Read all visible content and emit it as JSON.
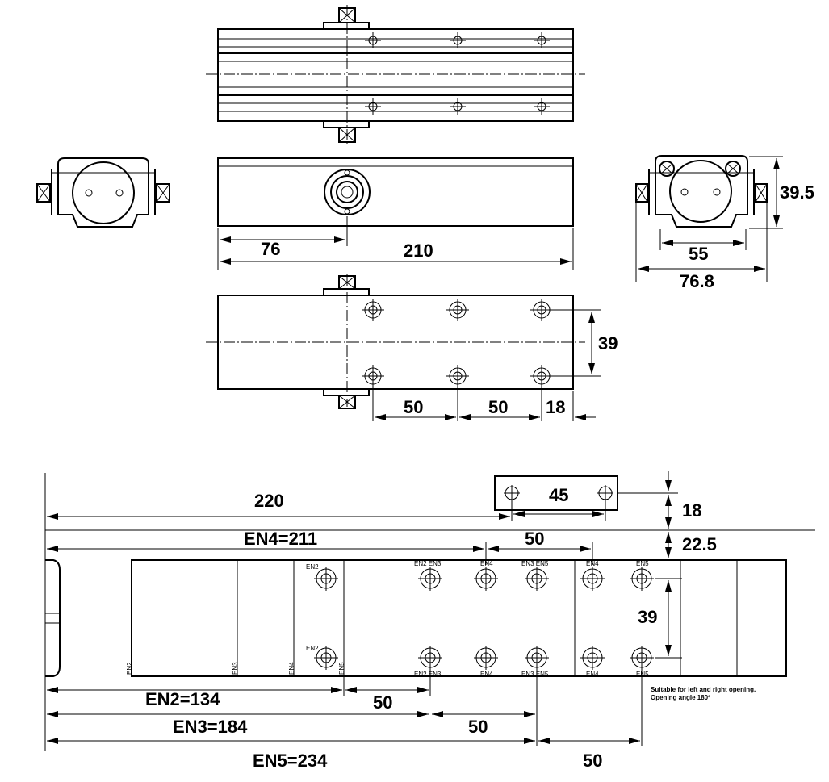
{
  "top_dimensions": {
    "d76": "76",
    "d210": "210",
    "d39_5": "39.5",
    "d55": "55",
    "d76_8": "76.8",
    "d39_top": "39",
    "d50_a": "50",
    "d50_b": "50",
    "d18_top": "18"
  },
  "bottom_dimensions": {
    "d220": "220",
    "d45": "45",
    "d18": "18",
    "en4": "EN4=211",
    "d50_en4": "50",
    "d22_5": "22.5",
    "d39": "39",
    "en2": "EN2=134",
    "d50_en2": "50",
    "en3": "EN3=184",
    "d50_en3": "50",
    "en5": "EN5=234",
    "d50_en5": "50"
  },
  "hole_labels": {
    "en2": "EN2",
    "en3": "EN3",
    "en4": "EN4",
    "en5": "EN5",
    "en2_en3": "EN2 EN3",
    "en3_en5": "EN3 EN5"
  },
  "notes": {
    "line1": "Suitable for left and right opening.",
    "line2": "Opening angle 180º"
  }
}
